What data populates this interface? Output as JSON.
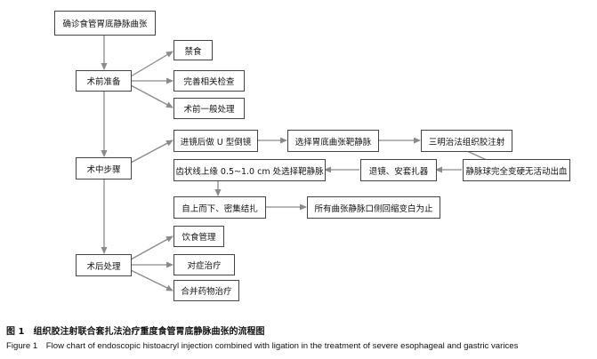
{
  "nodes": {
    "start": "确诊食管胃底静脉曲张",
    "prep": "术前准备",
    "fast": "禁食",
    "exam": "完善相关检查",
    "general": "术前一般处理",
    "steps": "术中步骤",
    "endoscope": "进镜后做 U 型倒镜",
    "select_fundus": "选择胃底曲张靶静脉",
    "sandwich": "三明治法组织胶注射",
    "hardened": "静脉球完全变硬无活动出血",
    "withdraw": "退镜、安套扎器",
    "select_dentate": "齿状线上缘 0.5~1.0 cm 处选择靶静脉",
    "ligate": "自上而下、密集结扎",
    "endpoint": "所有曲张静脉口侧回缩变白为止",
    "post": "术后处理",
    "diet": "饮食管理",
    "symptom": "对症治疗",
    "drug": "合并药物治疗"
  },
  "caption": {
    "zh": "图 1　组织胶注射联合套扎法治疗重度食管胃底静脉曲张的流程图",
    "en": "Figure 1　Flow chart of endoscopic histoacryl injection combined with ligation in the treatment of severe esophageal and gastric varices"
  },
  "colors": {
    "arrow": "#8a8a8a",
    "border": "#444444"
  }
}
